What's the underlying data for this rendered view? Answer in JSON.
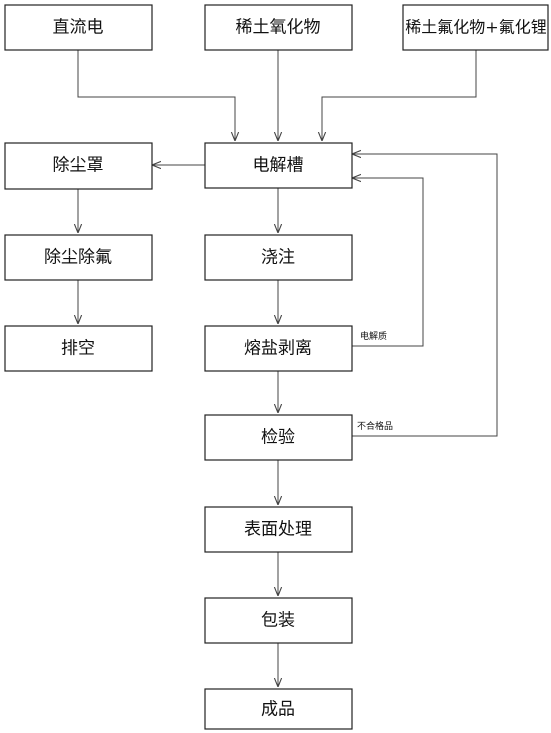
{
  "nodes": {
    "dc_power": "直流电",
    "rare_earth_oxide": "稀土氧化物",
    "fluoride_mix": "稀土氟化物+氟化锂",
    "dust_hood": "除尘罩",
    "electrolytic_cell": "电解槽",
    "dust_fluorine_removal": "除尘除氟",
    "pouring": "浇注",
    "exhaust": "排空",
    "salt_stripping": "熔盐剥离",
    "inspection": "检验",
    "surface_treatment": "表面处理",
    "packaging": "包装",
    "finished_product": "成品"
  },
  "edge_labels": {
    "electrolyte_return": "电解质",
    "rejects_return": "不合格品"
  },
  "colors": {
    "line": "#444444",
    "box_border": "#222222",
    "text": "#111111"
  }
}
